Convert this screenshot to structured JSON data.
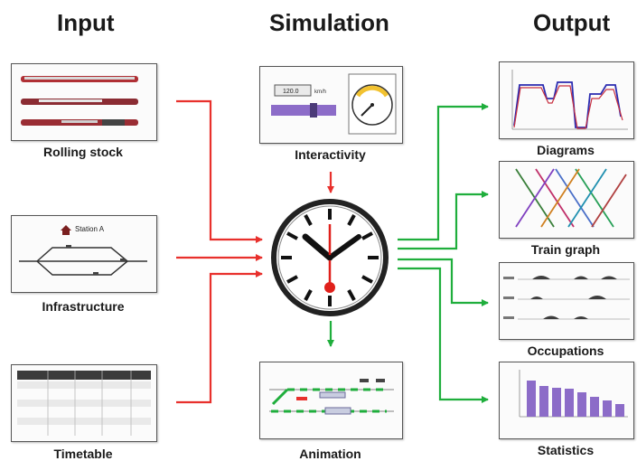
{
  "headers": {
    "input": "Input",
    "simulation": "Simulation",
    "output": "Output"
  },
  "input_labels": {
    "rolling_stock": "Rolling stock",
    "infrastructure": "Infrastructure",
    "timetable": "Timetable"
  },
  "simulation_labels": {
    "interactivity": "Interactivity",
    "animation": "Animation"
  },
  "output_labels": {
    "diagrams": "Diagrams",
    "train_graph": "Train graph",
    "occupations": "Occupations",
    "statistics": "Statistics"
  },
  "infrastructure": {
    "station_name": "Station A"
  },
  "interactivity": {
    "speed_value": "120.0",
    "speed_unit": "km/h"
  },
  "colors": {
    "input_arrow": "#e8302c",
    "output_arrow": "#1fae3c",
    "interactivity_arrow": "#e8302c",
    "animation_arrow": "#1fae3c",
    "clock_hand_red": "#e0201b",
    "accent_purple": "#8c6cc8",
    "accent_yellow": "#f2c230"
  },
  "icons": [
    "train-icon",
    "track-layout-icon",
    "table-icon",
    "speed-control-icon",
    "speedometer-icon",
    "station-clock-icon",
    "speed-diagram-icon",
    "train-graph-icon",
    "occupation-chart-icon",
    "bar-chart-icon",
    "animation-icon"
  ]
}
